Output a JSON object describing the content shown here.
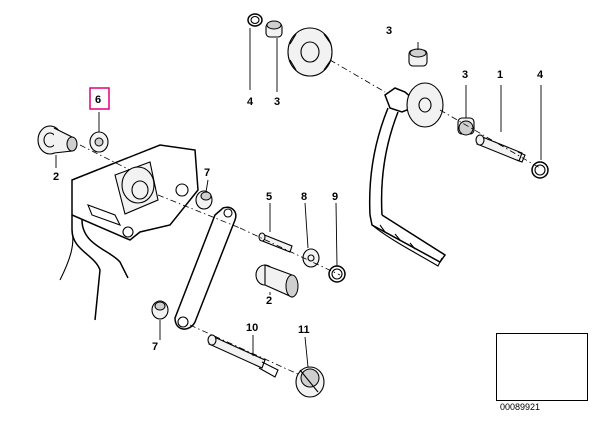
{
  "diagram": {
    "callouts": {
      "c1": "1",
      "c2a": "2",
      "c2b": "2",
      "c3a": "3",
      "c3b": "3",
      "c3c": "3",
      "c4a": "4",
      "c4b": "4",
      "c5": "5",
      "c6": "6",
      "c7a": "7",
      "c7b": "7",
      "c8": "8",
      "c9": "9",
      "c10": "10",
      "c11": "11"
    },
    "highlight_color": "#e0007a",
    "reference_number": "00089921"
  }
}
